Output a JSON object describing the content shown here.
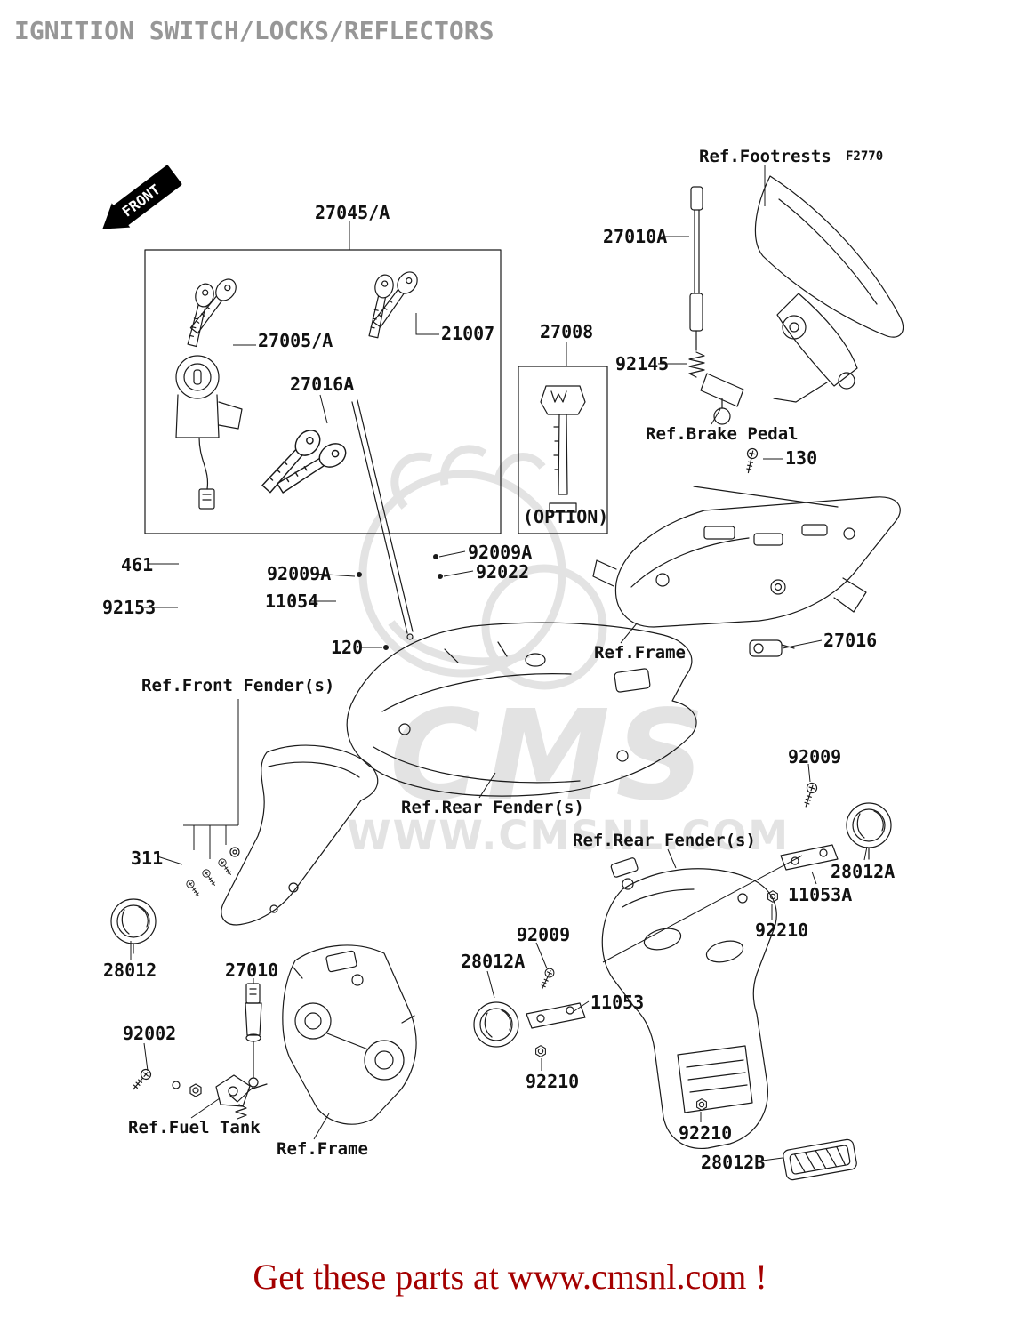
{
  "page": {
    "title": "IGNITION SWITCH/LOCKS/REFLECTORS",
    "fiche_code": "F2770",
    "front_marker": "FRONT",
    "footer_link": "Get these parts at www.cmsnl.com !"
  },
  "watermark": {
    "logo": "CMS",
    "site": "WWW.CMSNL.COM"
  },
  "parts": {
    "p27045a": "27045/A",
    "p27010a": "27010A",
    "p27005a": "27005/A",
    "p21007": "21007",
    "p27008": "27008",
    "p92145": "92145",
    "p27016a": "27016A",
    "p130": "130",
    "option": "(OPTION)",
    "p461": "461",
    "p92009a": "92009A",
    "p92022": "92022",
    "p11054": "11054",
    "p92153": "92153",
    "p120": "120",
    "p27016": "27016",
    "p92009": "92009",
    "p311": "311",
    "p28012a": "28012A",
    "p11053a": "11053A",
    "p92210": "92210",
    "p28012": "28012",
    "p27010": "27010",
    "p11053": "11053",
    "p92002": "92002",
    "p28012b": "28012B"
  },
  "refs": {
    "footrests": "Ref.Footrests",
    "brake_pedal": "Ref.Brake Pedal",
    "frame": "Ref.Frame",
    "front_fender": "Ref.Front Fender(s)",
    "rear_fender": "Ref.Rear Fender(s)",
    "fuel_tank": "Ref.Fuel Tank"
  },
  "colors": {
    "title": "#979797",
    "label": "#111111",
    "line": "#1a1a1a",
    "footer": "#a40000",
    "watermark": "#e3e3e3"
  }
}
